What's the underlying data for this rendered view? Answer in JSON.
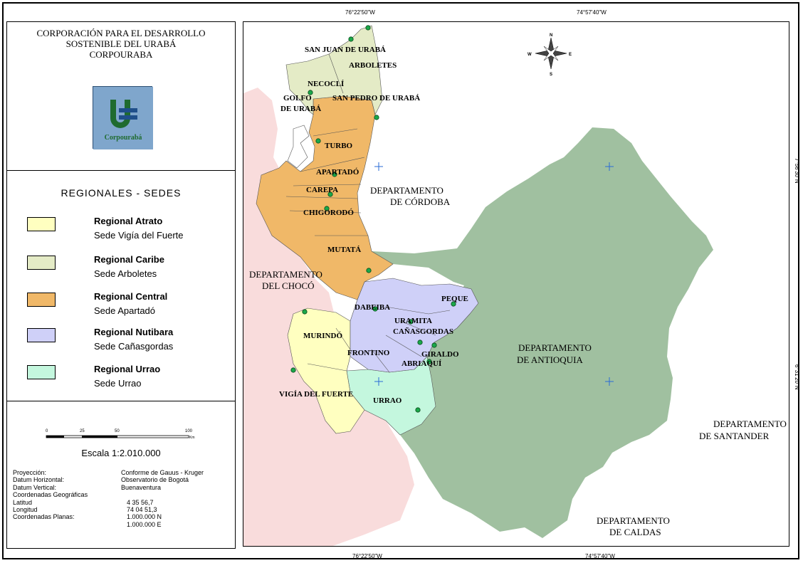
{
  "title": {
    "line1": "CORPORACIÓN PARA EL DESARROLLO",
    "line2": "SOSTENIBLE DEL URABÁ",
    "line3": "CORPOURABA"
  },
  "logo": {
    "text": "Corpourabá",
    "icon": "corpouraba-logo"
  },
  "legend": {
    "title": "REGIONALES - SEDES",
    "items": [
      {
        "name": "Regional Atrato",
        "sede": "Sede Vigía del Fuerte",
        "color": "#ffffc0"
      },
      {
        "name": "Regional Caribe",
        "sede": "Sede Arboletes",
        "color": "#e4ebc6"
      },
      {
        "name": "Regional Central",
        "sede": "Sede Apartadó",
        "color": "#f0b868"
      },
      {
        "name": "Regional Nutibara",
        "sede": "Sede Cañasgordas",
        "color": "#cfd0f8"
      },
      {
        "name": "Regional Urrao",
        "sede": "Sede Urrao",
        "color": "#c4f7de"
      }
    ]
  },
  "scale": {
    "ticks": [
      "0",
      "25",
      "50",
      "100"
    ],
    "unit": "Km",
    "text": "Escala 1:2.010.000"
  },
  "metadata": [
    {
      "k": "Proyección:",
      "v": "Conforme de Gauus - Kruger"
    },
    {
      "k": "Datum Horizontal:",
      "v": "Observatorio de Bogotá"
    },
    {
      "k": "Datum Vertical:",
      "v": "Buenaventura"
    },
    {
      "k": "Coordenadas Geográficas",
      "v": ""
    },
    {
      "k": "Latitud",
      "v": "4 35 56,7"
    },
    {
      "k": "Longitud",
      "v": "74 04 51,3"
    },
    {
      "k": "Coordenadas Planas:",
      "v": "1.000.000 N"
    },
    {
      "k": "",
      "v": "1.000.000 E"
    }
  ],
  "grid": {
    "top": [
      "76°22'50\"W",
      "74°57'40\"W"
    ],
    "bottom": [
      "76°22'50\"W",
      "74°57'40\"W"
    ],
    "right": [
      "7°56'30\"N",
      "6°31'20\"N"
    ]
  },
  "compass": {
    "n": "N",
    "s": "S",
    "e": "E",
    "w": "W",
    "icon": "compass-rose-icon"
  },
  "departments": {
    "cordoba": [
      "DEPARTAMENTO",
      "DE CÓRDOBA"
    ],
    "choco": [
      "DEPARTAMENTO",
      "DEL CHOCÓ"
    ],
    "antioquia": [
      "DEPARTAMENTO",
      "DE ANTIOQUIA"
    ],
    "santander": [
      "DEPARTAMENTO",
      "DE SANTANDER"
    ],
    "caldas": [
      "DEPARTAMENTO",
      "DE CALDAS"
    ]
  },
  "municipalities": {
    "san_juan": "SAN JUAN DE URABÁ",
    "arboletes": "ARBOLETES",
    "necocli": "NECOCLÍ",
    "golfo": [
      "GOLFO",
      "DE URABÁ"
    ],
    "san_pedro": "SAN PEDRO DE URABÁ",
    "turbo": "TURBO",
    "apartado": "APARTADÓ",
    "carepa": "CAREPA",
    "chigorodo": "CHIGORODÓ",
    "mutata": "MUTATÁ",
    "dabeiba": "DABEIBA",
    "peque": "PEQUE",
    "uramita": "URAMITA",
    "canasgordas": "CAÑASGORDAS",
    "murindo": "MURINDÓ",
    "frontino": "FRONTINO",
    "giraldo": "GIRALDO",
    "abriaqui": "ABRIAQUÍ",
    "vigia": "VIGÍA DEL FUERTE",
    "urrao": "URRAO"
  }
}
